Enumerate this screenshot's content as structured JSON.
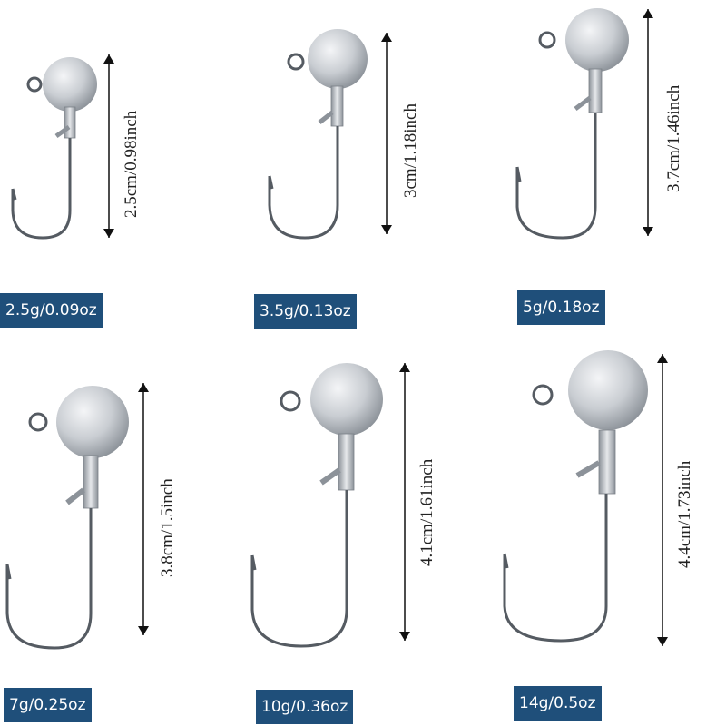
{
  "products": [
    {
      "size": "2.5cm/0.98inch",
      "weight": "2.5g/0.09oz"
    },
    {
      "size": "3cm/1.18inch",
      "weight": "3.5g/0.13oz"
    },
    {
      "size": "3.7cm/1.46inch",
      "weight": "5g/0.18oz"
    },
    {
      "size": "3.8cm/1.5inch",
      "weight": "7g/0.25oz"
    },
    {
      "size": "4.1cm/1.61inch",
      "weight": "10g/0.36oz"
    },
    {
      "size": "4.4cm/1.73inch",
      "weight": "14g/0.5oz"
    }
  ],
  "colors": {
    "badge": "#1f4f7a",
    "badge_text": "#ffffff",
    "hook_wire": "#555b62",
    "jig_head": "#cfd3d8"
  }
}
